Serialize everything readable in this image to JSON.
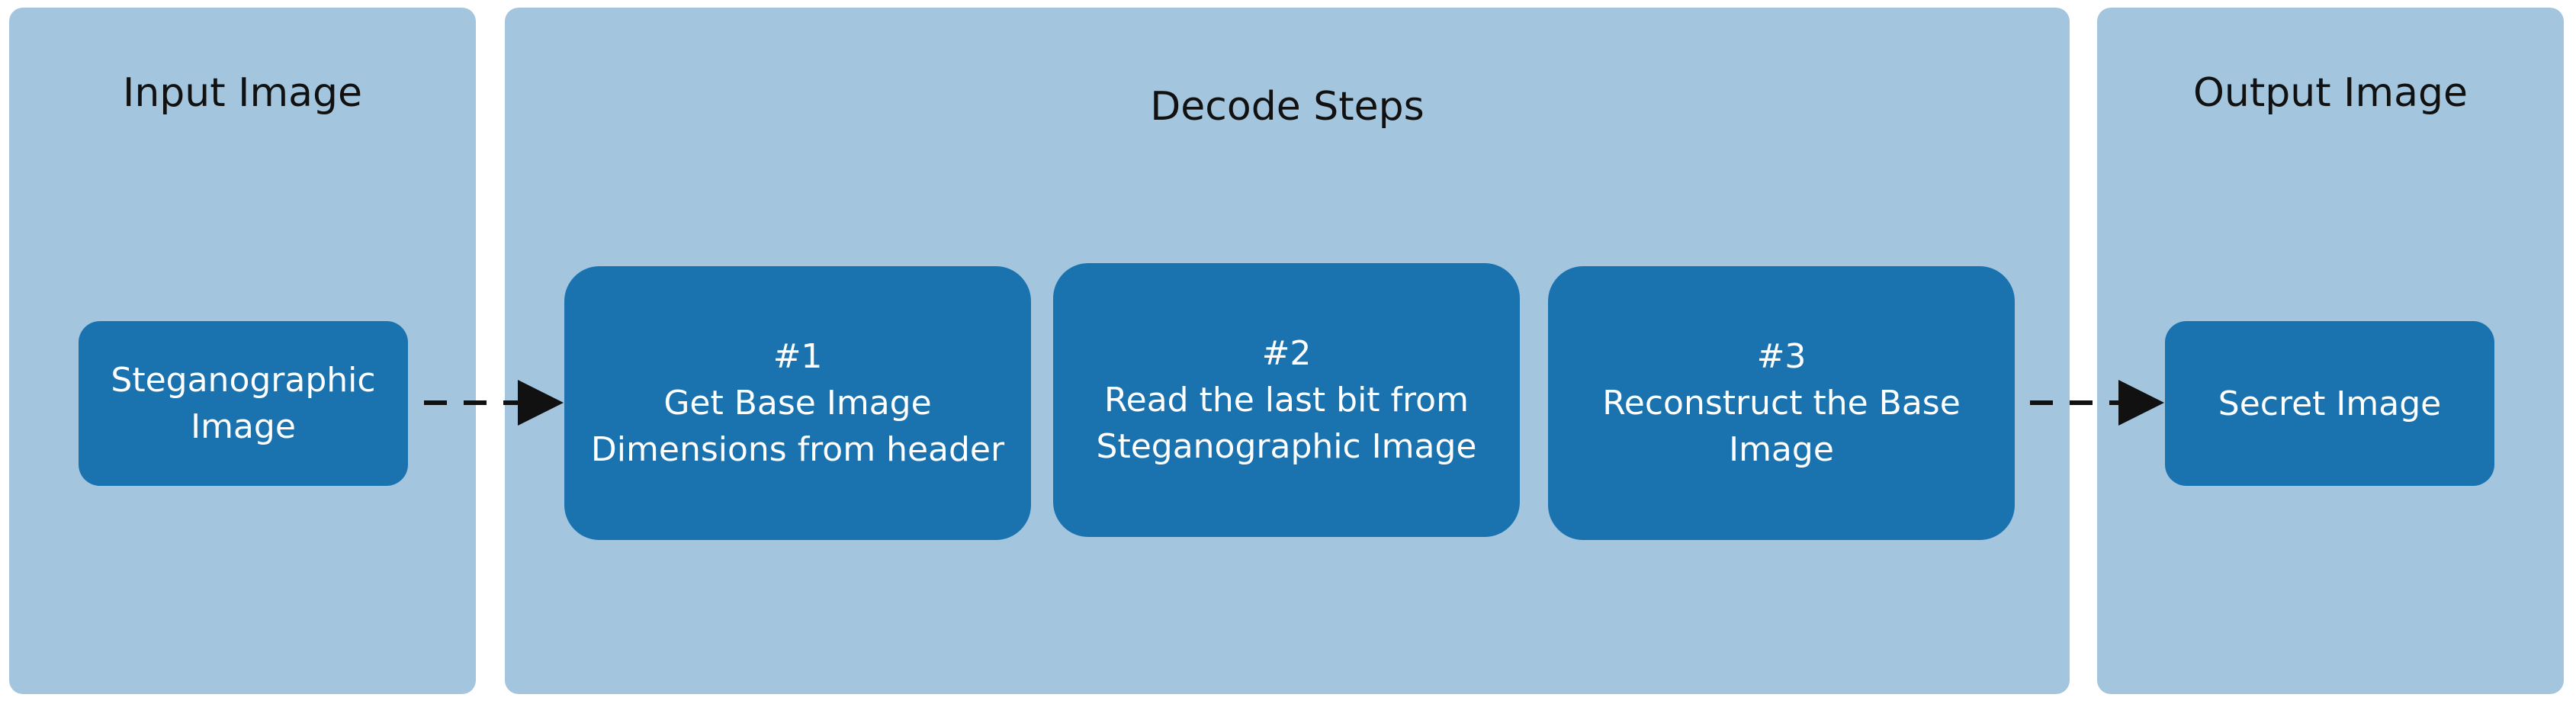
{
  "panels": {
    "input": {
      "title": "Input Image"
    },
    "decode": {
      "title": "Decode Steps"
    },
    "output": {
      "title": "Output Image"
    }
  },
  "nodes": {
    "steganographic": {
      "line1": "Steganographic",
      "line2": "Image"
    },
    "step1": {
      "number": "#1",
      "line1": "Get Base Image",
      "line2": "Dimensions from header"
    },
    "step2": {
      "number": "#2",
      "line1": "Read the last bit from",
      "line2": "Steganographic Image"
    },
    "step3": {
      "number": "#3",
      "line1": "Reconstruct the Base",
      "line2": "Image"
    },
    "secret": {
      "line1": "Secret Image"
    }
  },
  "colors": {
    "panel_fill": "#a3c6de",
    "node_fill": "#1a72af",
    "node_text": "#ffffff",
    "title_text": "#111111",
    "arrow": "#111111"
  },
  "edges": [
    {
      "from": "Steganographic Image",
      "to": "#1",
      "style": "dashed"
    },
    {
      "from": "#3",
      "to": "Secret Image",
      "style": "dashed"
    }
  ]
}
